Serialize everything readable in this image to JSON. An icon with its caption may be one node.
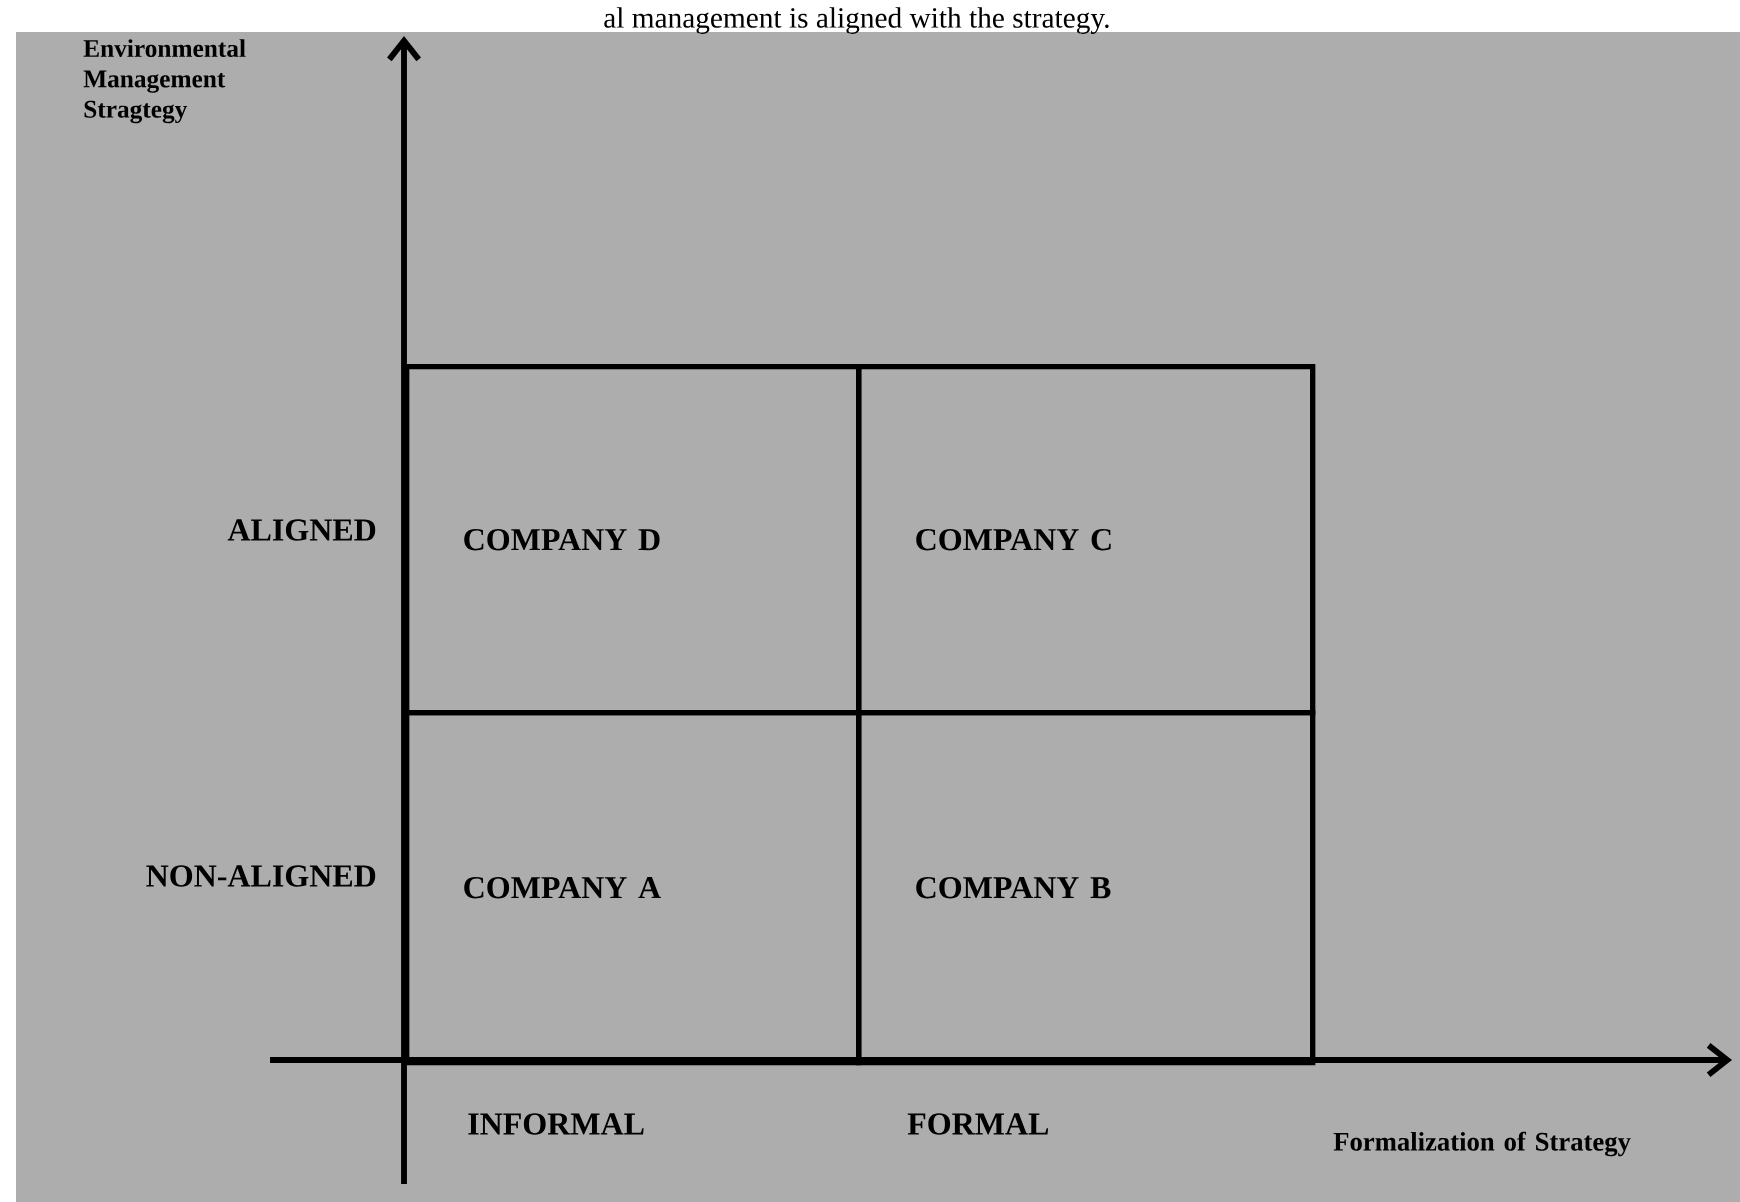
{
  "diagram": {
    "nodes": [
      {
        "text": [
          "COMPANY D"
        ]
      },
      {
        "text": [
          "COMPANY C"
        ]
      },
      {
        "text": [
          "COMPANY A"
        ]
      },
      {
        "text": [
          "COMPANY B"
        ]
      }
    ],
    "labels": [
      "al management is aligned with the strategy.",
      "Environmental Management Stragtegy",
      "ALIGNED",
      "NON-ALIGNED",
      "INFORMAL",
      "FORMAL",
      "Formalization of Strategy"
    ]
  }
}
